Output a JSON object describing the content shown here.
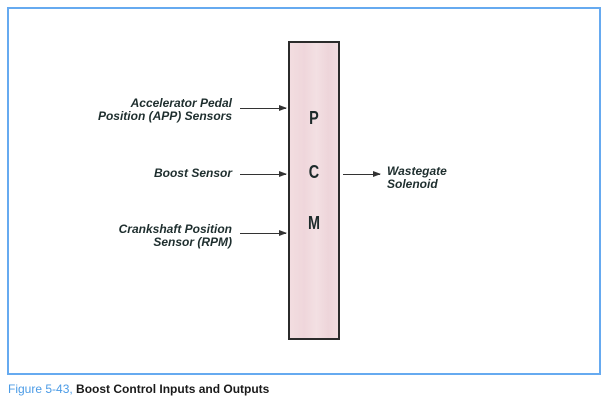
{
  "diagram": {
    "controller": {
      "label_letters": [
        "P",
        "C",
        "M"
      ]
    },
    "inputs": [
      {
        "lines": [
          "Accelerator Pedal",
          "Position (APP) Sensors"
        ]
      },
      {
        "lines": [
          "Boost Sensor"
        ]
      },
      {
        "lines": [
          "Crankshaft Position",
          "Sensor (RPM)"
        ]
      }
    ],
    "outputs": [
      {
        "lines": [
          "Wastegate",
          "Solenoid"
        ]
      }
    ]
  },
  "caption": {
    "figure_number": "Figure 5-43,",
    "title": "Boost Control Inputs and Outputs"
  },
  "colors": {
    "frame": "#66aaf0",
    "figure_number": "#4b9be6",
    "pcm_fill": "#f0dadf"
  }
}
